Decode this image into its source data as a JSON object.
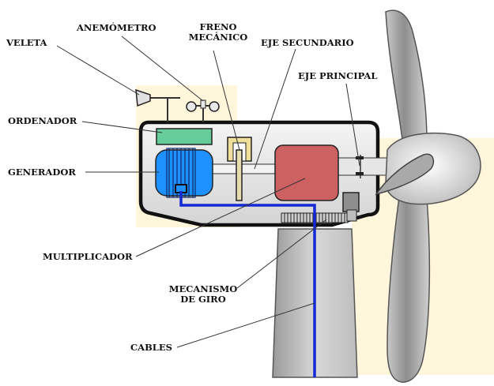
{
  "labels": {
    "veleta": "VELETA",
    "anemometro": "ANEMÓMETRO",
    "freno_line1": "FRENO",
    "freno_line2": "MECÁNICO",
    "eje_secundario": "EJE SECUNDARIO",
    "eje_principal": "EJE PRINCIPAL",
    "ordenador": "ORDENADOR",
    "generador": "GENERADOR",
    "multiplicador": "MULTIPLICADOR",
    "mecanismo_line1": "MECANISMO",
    "mecanismo_line2": "DE GIRO",
    "cables": "CABLES"
  },
  "colors": {
    "generator": "#1e90ff",
    "computer": "#66cc99",
    "gearbox": "#cd6060",
    "cable": "#1428d6",
    "yellow_background": "#fff6dc"
  }
}
